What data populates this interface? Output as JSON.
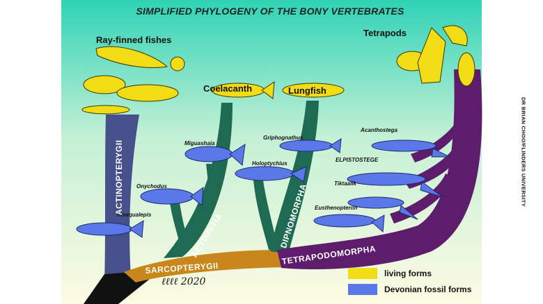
{
  "title": "SIMPLIFIED PHYLOGENY OF THE BONY VERTEBRATES",
  "groups": {
    "ray_finned": "Ray-finned fishes",
    "coelacanth": "Coelacanth",
    "lungfish": "Lungfish",
    "tetrapods": "Tetrapods"
  },
  "clades": {
    "actinopterygii": "ACTINOPTERYGII",
    "actinistia": "ACTINISTIA",
    "dipnomorpha": "DIPNOMORPHA",
    "sarcopterygii": "SARCOPTERYGII",
    "tetrapodomorpha": "TETRAPODOMORPHA"
  },
  "species": {
    "howqualepis": "Howqualepis",
    "onychodus": "Onychodus",
    "miguashaia": "Miguashaia",
    "holoptychius": "Holoptychius",
    "griphognathus": "Griphognathus",
    "acanthostega": "Acanthostega",
    "elpistostege": "ELPISTOSTEGE",
    "tiktaalik": "Tiktaalik",
    "eusthenopteron": "Eusthenopteron"
  },
  "legend": {
    "living": "living forms",
    "devonian": "Devonian fossil forms"
  },
  "credit": "DR BRIAN CHOO/FLINDERS UNIVERSITY",
  "signature": "2020",
  "colors": {
    "background_top": "#2fd3b6",
    "background_bottom": "#fdfbe3",
    "actinopterygii": "#46508a",
    "actinistia": "#1f6a52",
    "dipnomorpha": "#1f6a52",
    "sarcopterygii": "#c9861a",
    "tetrapodomorpha": "#5e1c6c",
    "root": "#111111",
    "living": "#f2dc16",
    "devonian": "#5a78e8"
  }
}
